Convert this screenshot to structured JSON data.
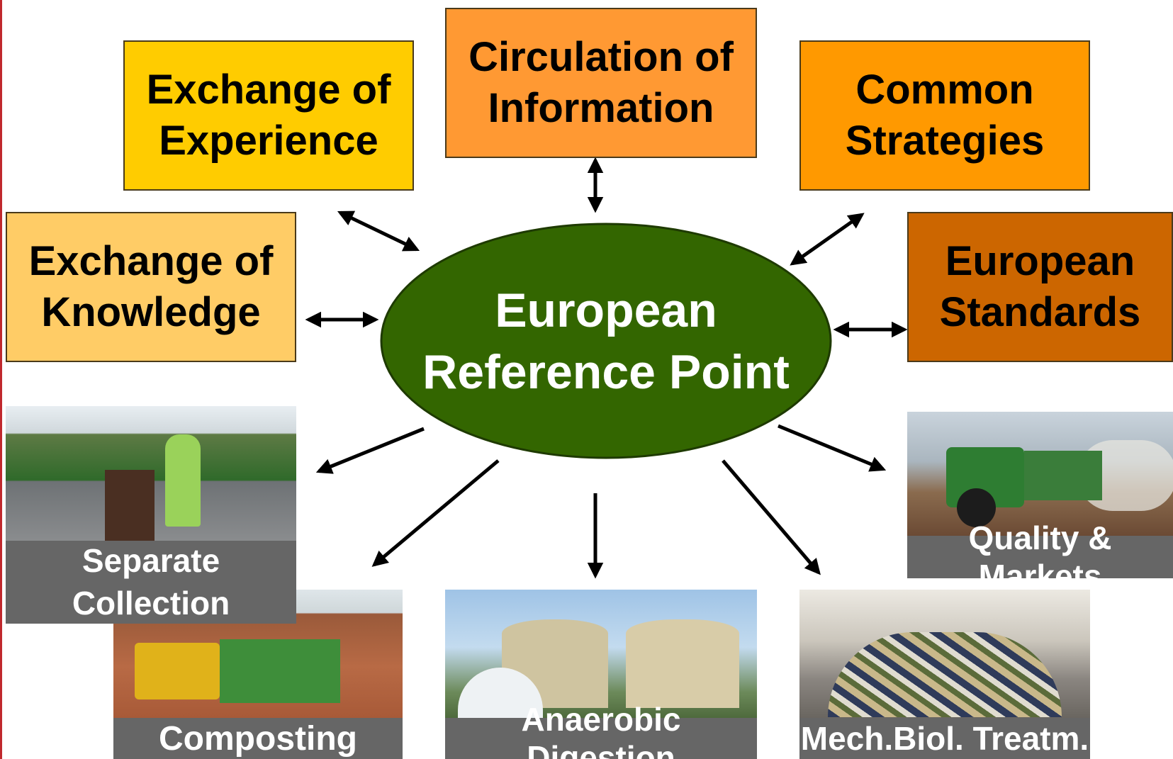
{
  "center": {
    "line1": "European",
    "line2": "Reference Point",
    "color": "#336600"
  },
  "boxes": {
    "exchange_experience": {
      "line1": "Exchange of",
      "line2": "Experience",
      "color": "#ffcc00"
    },
    "circulation_information": {
      "line1": "Circulation of",
      "line2": "Information",
      "color": "#ff9933"
    },
    "common_strategies": {
      "line1": "Common",
      "line2": "Strategies",
      "color": "#ff9900"
    },
    "exchange_knowledge": {
      "line1": "Exchange of",
      "line2": "Knowledge",
      "color": "#ffcc66"
    },
    "european_standards": {
      "line1": "European",
      "line2": "Standards",
      "color": "#cc6600"
    }
  },
  "photos": {
    "separate_collection": {
      "line1": "Separate",
      "line2": "Collection"
    },
    "composting": {
      "label": "Composting"
    },
    "anaerobic_digestion": {
      "label": "Anaerobic Digestion"
    },
    "mbt": {
      "label": "Mech.Biol. Treatm."
    },
    "quality_markets": {
      "label": "Quality & Markets"
    }
  },
  "caption_color": "#666666",
  "accent": "#c0282d"
}
